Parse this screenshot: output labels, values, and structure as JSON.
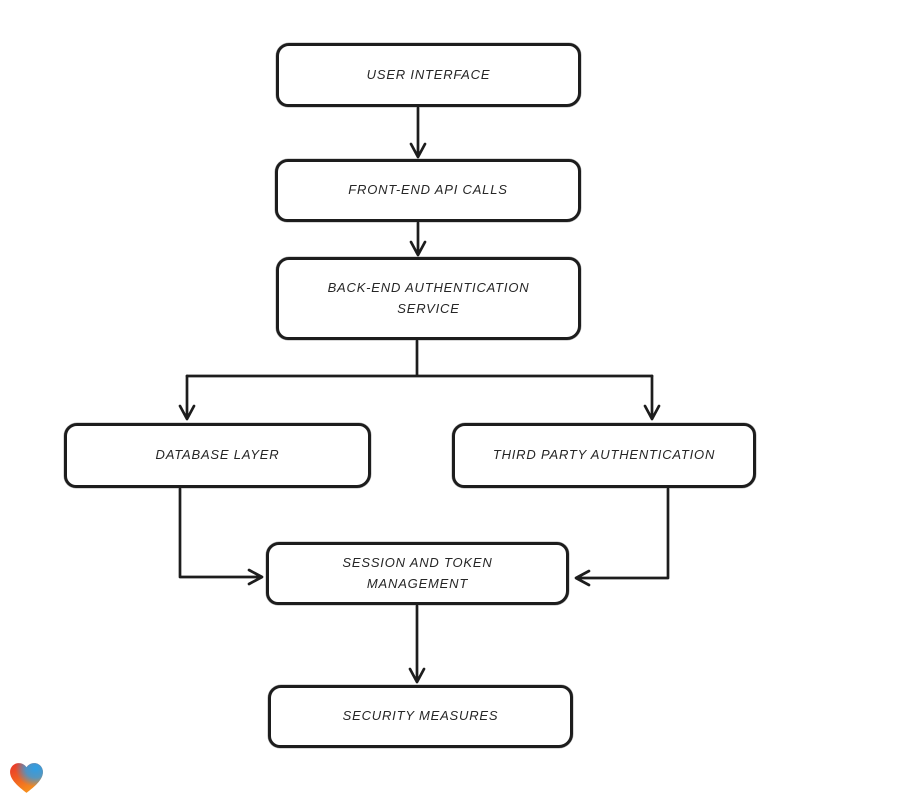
{
  "page": {
    "background": "#ffffff"
  },
  "diagram": {
    "type": "flowchart",
    "stroke_color": "#1d1d1d",
    "node_fill": "#ffffff",
    "nodes": [
      {
        "id": "user-interface",
        "label": "USER INTERFACE"
      },
      {
        "id": "front-end-api-calls",
        "label": "FRONT-END API CALLS"
      },
      {
        "id": "back-end-authentication-service",
        "label": "BACK-END AUTHENTICATION SERVICE"
      },
      {
        "id": "database-layer",
        "label": "DATABASE LAYER"
      },
      {
        "id": "third-party-authentication",
        "label": "THIRD PARTY AUTHENTICATION"
      },
      {
        "id": "session-and-token-management",
        "label": "SESSION AND TOKEN MANAGEMENT"
      },
      {
        "id": "security-measures",
        "label": "SECURITY MEASURES"
      }
    ],
    "edges": [
      {
        "from": "user-interface",
        "to": "front-end-api-calls"
      },
      {
        "from": "front-end-api-calls",
        "to": "back-end-authentication-service"
      },
      {
        "from": "back-end-authentication-service",
        "to": "database-layer"
      },
      {
        "from": "back-end-authentication-service",
        "to": "third-party-authentication"
      },
      {
        "from": "database-layer",
        "to": "session-and-token-management"
      },
      {
        "from": "third-party-authentication",
        "to": "session-and-token-management"
      },
      {
        "from": "session-and-token-management",
        "to": "security-measures"
      }
    ]
  },
  "footer": {
    "logo": "heart-logo",
    "logo_colors": {
      "red": "#e8352b",
      "orange": "#f7941d",
      "blue": "#2e9fe6"
    }
  }
}
